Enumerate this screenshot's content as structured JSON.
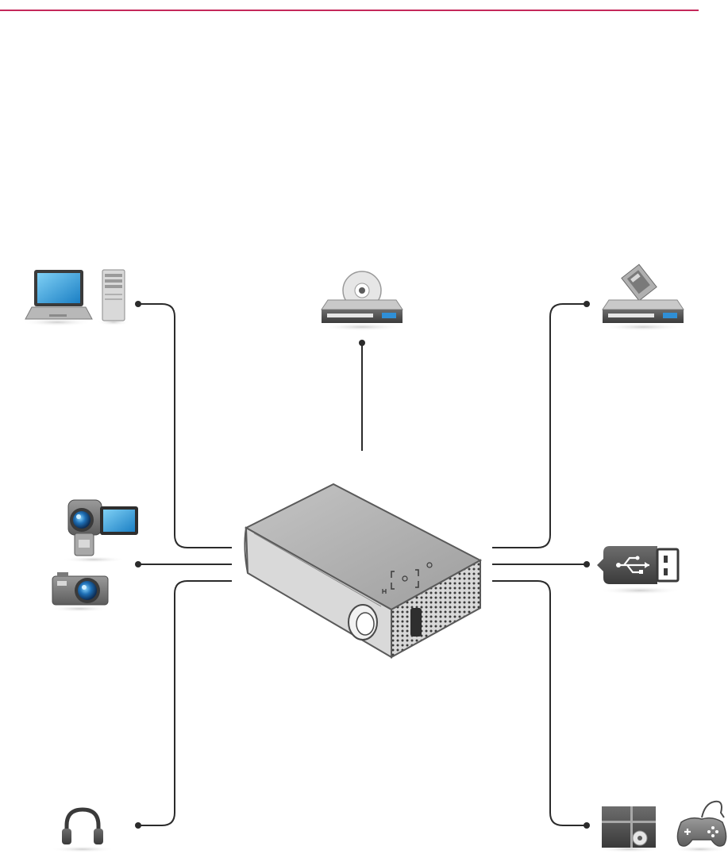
{
  "page": {
    "accent_color": "#c4285a",
    "line_color": "#2b2b2b"
  },
  "diagram": {
    "center_device": "projector-icon",
    "connected_devices": [
      {
        "name": "computers",
        "icons": [
          "laptop-icon",
          "desktop-tower-icon"
        ]
      },
      {
        "name": "dvd-player",
        "icons": [
          "dvd-player-icon"
        ]
      },
      {
        "name": "set-top-box",
        "icons": [
          "set-top-box-icon"
        ]
      },
      {
        "name": "cameras",
        "icons": [
          "camcorder-icon",
          "digital-camera-icon"
        ]
      },
      {
        "name": "usb-storage",
        "icons": [
          "usb-drive-icon"
        ]
      },
      {
        "name": "audio",
        "icons": [
          "headphones-icon"
        ]
      },
      {
        "name": "av-devices",
        "icons": [
          "blu-ray-player-icon",
          "game-controller-icon"
        ]
      }
    ]
  }
}
